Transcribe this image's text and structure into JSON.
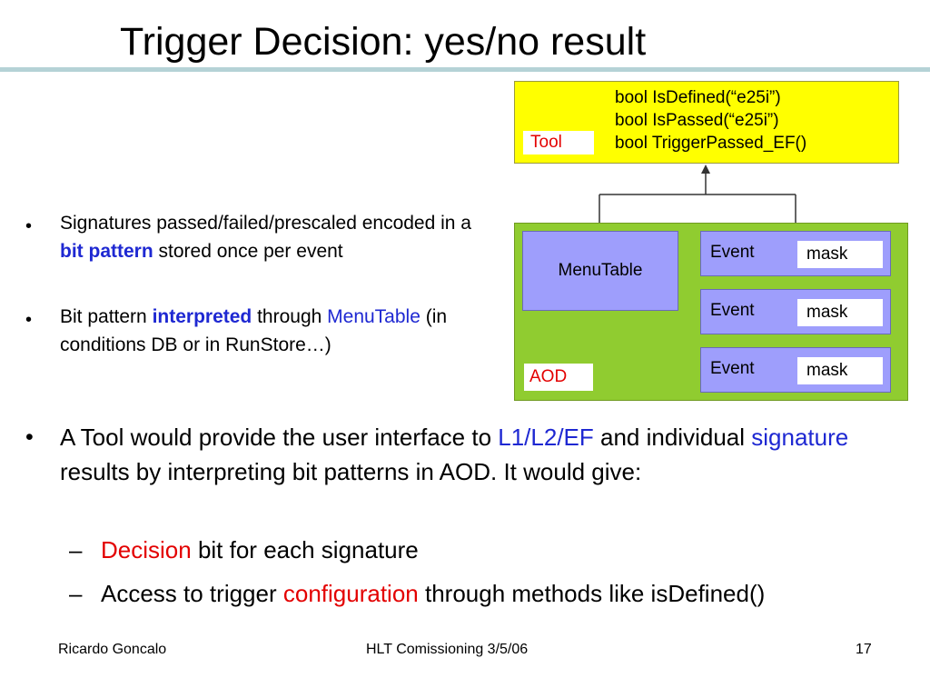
{
  "slide": {
    "title": "Trigger Decision: yes/no result",
    "footer": {
      "author": "Ricardo Goncalo",
      "event": "HLT Comissioning 3/5/06",
      "page": "17"
    }
  },
  "diagram": {
    "tool": {
      "label": "Tool",
      "methods": [
        "bool IsDefined(“e25i”)",
        "bool IsPassed(“e25i”)",
        "bool TriggerPassed_EF()"
      ]
    },
    "aod": {
      "label": "AOD",
      "menutable": "MenuTable",
      "events": [
        {
          "label": "Event",
          "mask": "mask"
        },
        {
          "label": "Event",
          "mask": "mask"
        },
        {
          "label": "Event",
          "mask": "mask"
        }
      ]
    },
    "colors": {
      "tool_fill": "#ffff00",
      "aod_fill": "#90cc30",
      "box_fill": "#9e9efc",
      "label_red": "#e30000"
    }
  },
  "bullets": {
    "marker": "•",
    "dash": "–",
    "small": [
      {
        "a": "Signatures passed/failed/prescaled encoded in a ",
        "b": "bit pattern",
        "c": " stored once per event"
      },
      {
        "a": "Bit pattern ",
        "b": "interpreted",
        "c": " through ",
        "d": "MenuTable",
        "e": " (in conditions DB or in RunStore…)"
      }
    ],
    "large": {
      "a": "A Tool would provide the user interface to ",
      "b": "L1/L2/EF",
      "c": " and individual ",
      "d": "signature",
      "e": " results by interpreting bit patterns in AOD. It would give:"
    },
    "sub": [
      {
        "a": "Decision",
        "b": " bit for each signature"
      },
      {
        "a": " Access to trigger ",
        "b": "configuration",
        "c": " through methods  like isDefined()"
      }
    ],
    "colors": {
      "highlight_blue": "#1e28d2",
      "highlight_red": "#e30000"
    }
  }
}
